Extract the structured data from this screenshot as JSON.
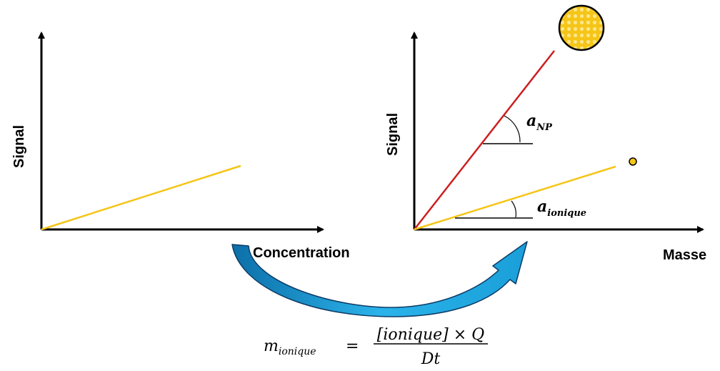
{
  "left_chart": {
    "ylabel": "Signal",
    "xlabel": "Concentration"
  },
  "right_chart": {
    "ylabel": "Signal",
    "xlabel": "Masse",
    "slope_np": {
      "main": "a",
      "sub": "NP"
    },
    "slope_ionique": {
      "main": "a",
      "sub": "ionique"
    }
  },
  "formula": {
    "lhs_main": "m",
    "lhs_sub": "ionique",
    "equals": "=",
    "numerator": "[ionique] × Q",
    "denominator": "Dt"
  },
  "colors": {
    "ionic_line": "#f5c518",
    "np_line": "#cc1f1f",
    "arrow_fill": "#1a9fd9",
    "arrow_stroke": "#0d3b66",
    "nanoparticle": "#f5c518"
  }
}
